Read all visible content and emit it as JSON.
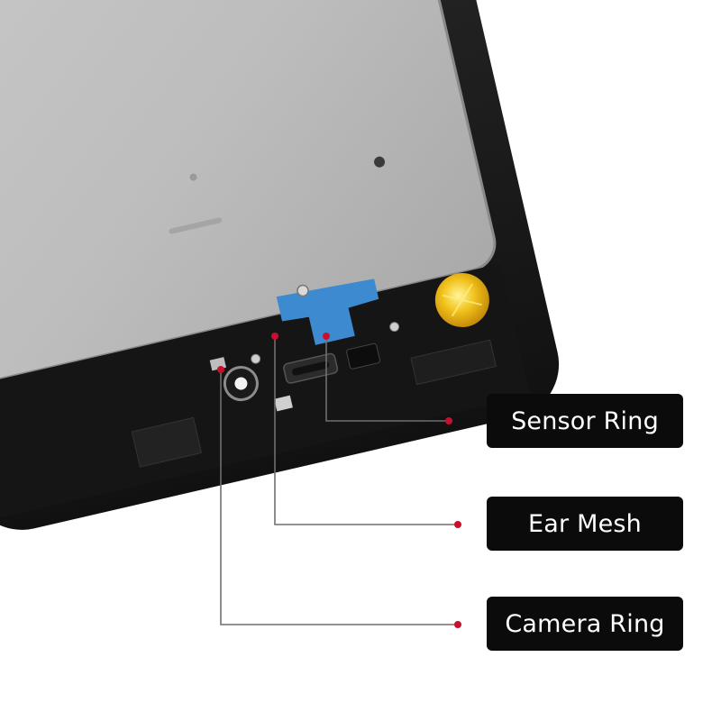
{
  "image": {
    "description": "Back side of a replacement phone LCD assembly with three labeled callouts",
    "background": "#ffffff",
    "callout_line_color": "#6f6f6f",
    "callout_dot_color": "#c8102e"
  },
  "callouts": {
    "sensor_ring": "Sensor Ring",
    "ear_mesh": "Ear Mesh",
    "camera_ring": "Camera Ring"
  }
}
